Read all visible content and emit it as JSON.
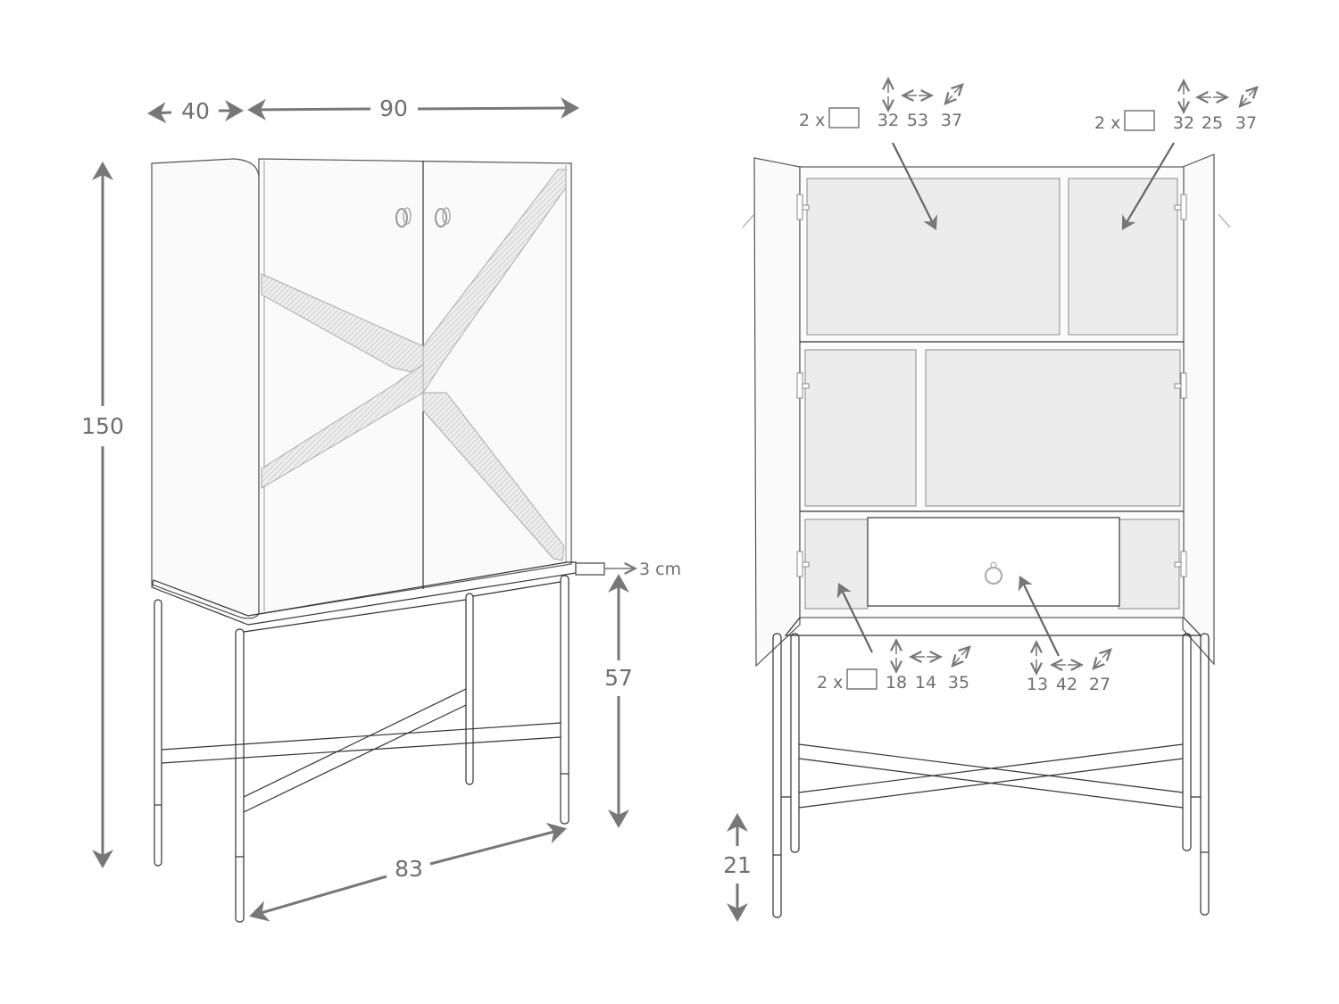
{
  "front_view": {
    "depth": "40",
    "width": "90",
    "height": "150",
    "top_thickness": "3 cm",
    "leg_height": "57",
    "base_width": "83"
  },
  "open_view": {
    "compartments": [
      {
        "qty": "2 x",
        "height": "32",
        "width": "53",
        "depth": "37",
        "target": "upper-left-compartment"
      },
      {
        "qty": "2 x",
        "height": "32",
        "width": "25",
        "depth": "37",
        "target": "upper-right-compartment"
      },
      {
        "qty": "2 x",
        "height": "18",
        "width": "14",
        "depth": "35",
        "target": "lower-side-compartment"
      },
      {
        "qty": "",
        "height": "13",
        "width": "42",
        "depth": "27",
        "target": "drawer"
      }
    ],
    "floor_clearance": "21"
  },
  "colors": {
    "dimension": "#777777",
    "text": "#6e6e6e",
    "outline": "#333333"
  }
}
